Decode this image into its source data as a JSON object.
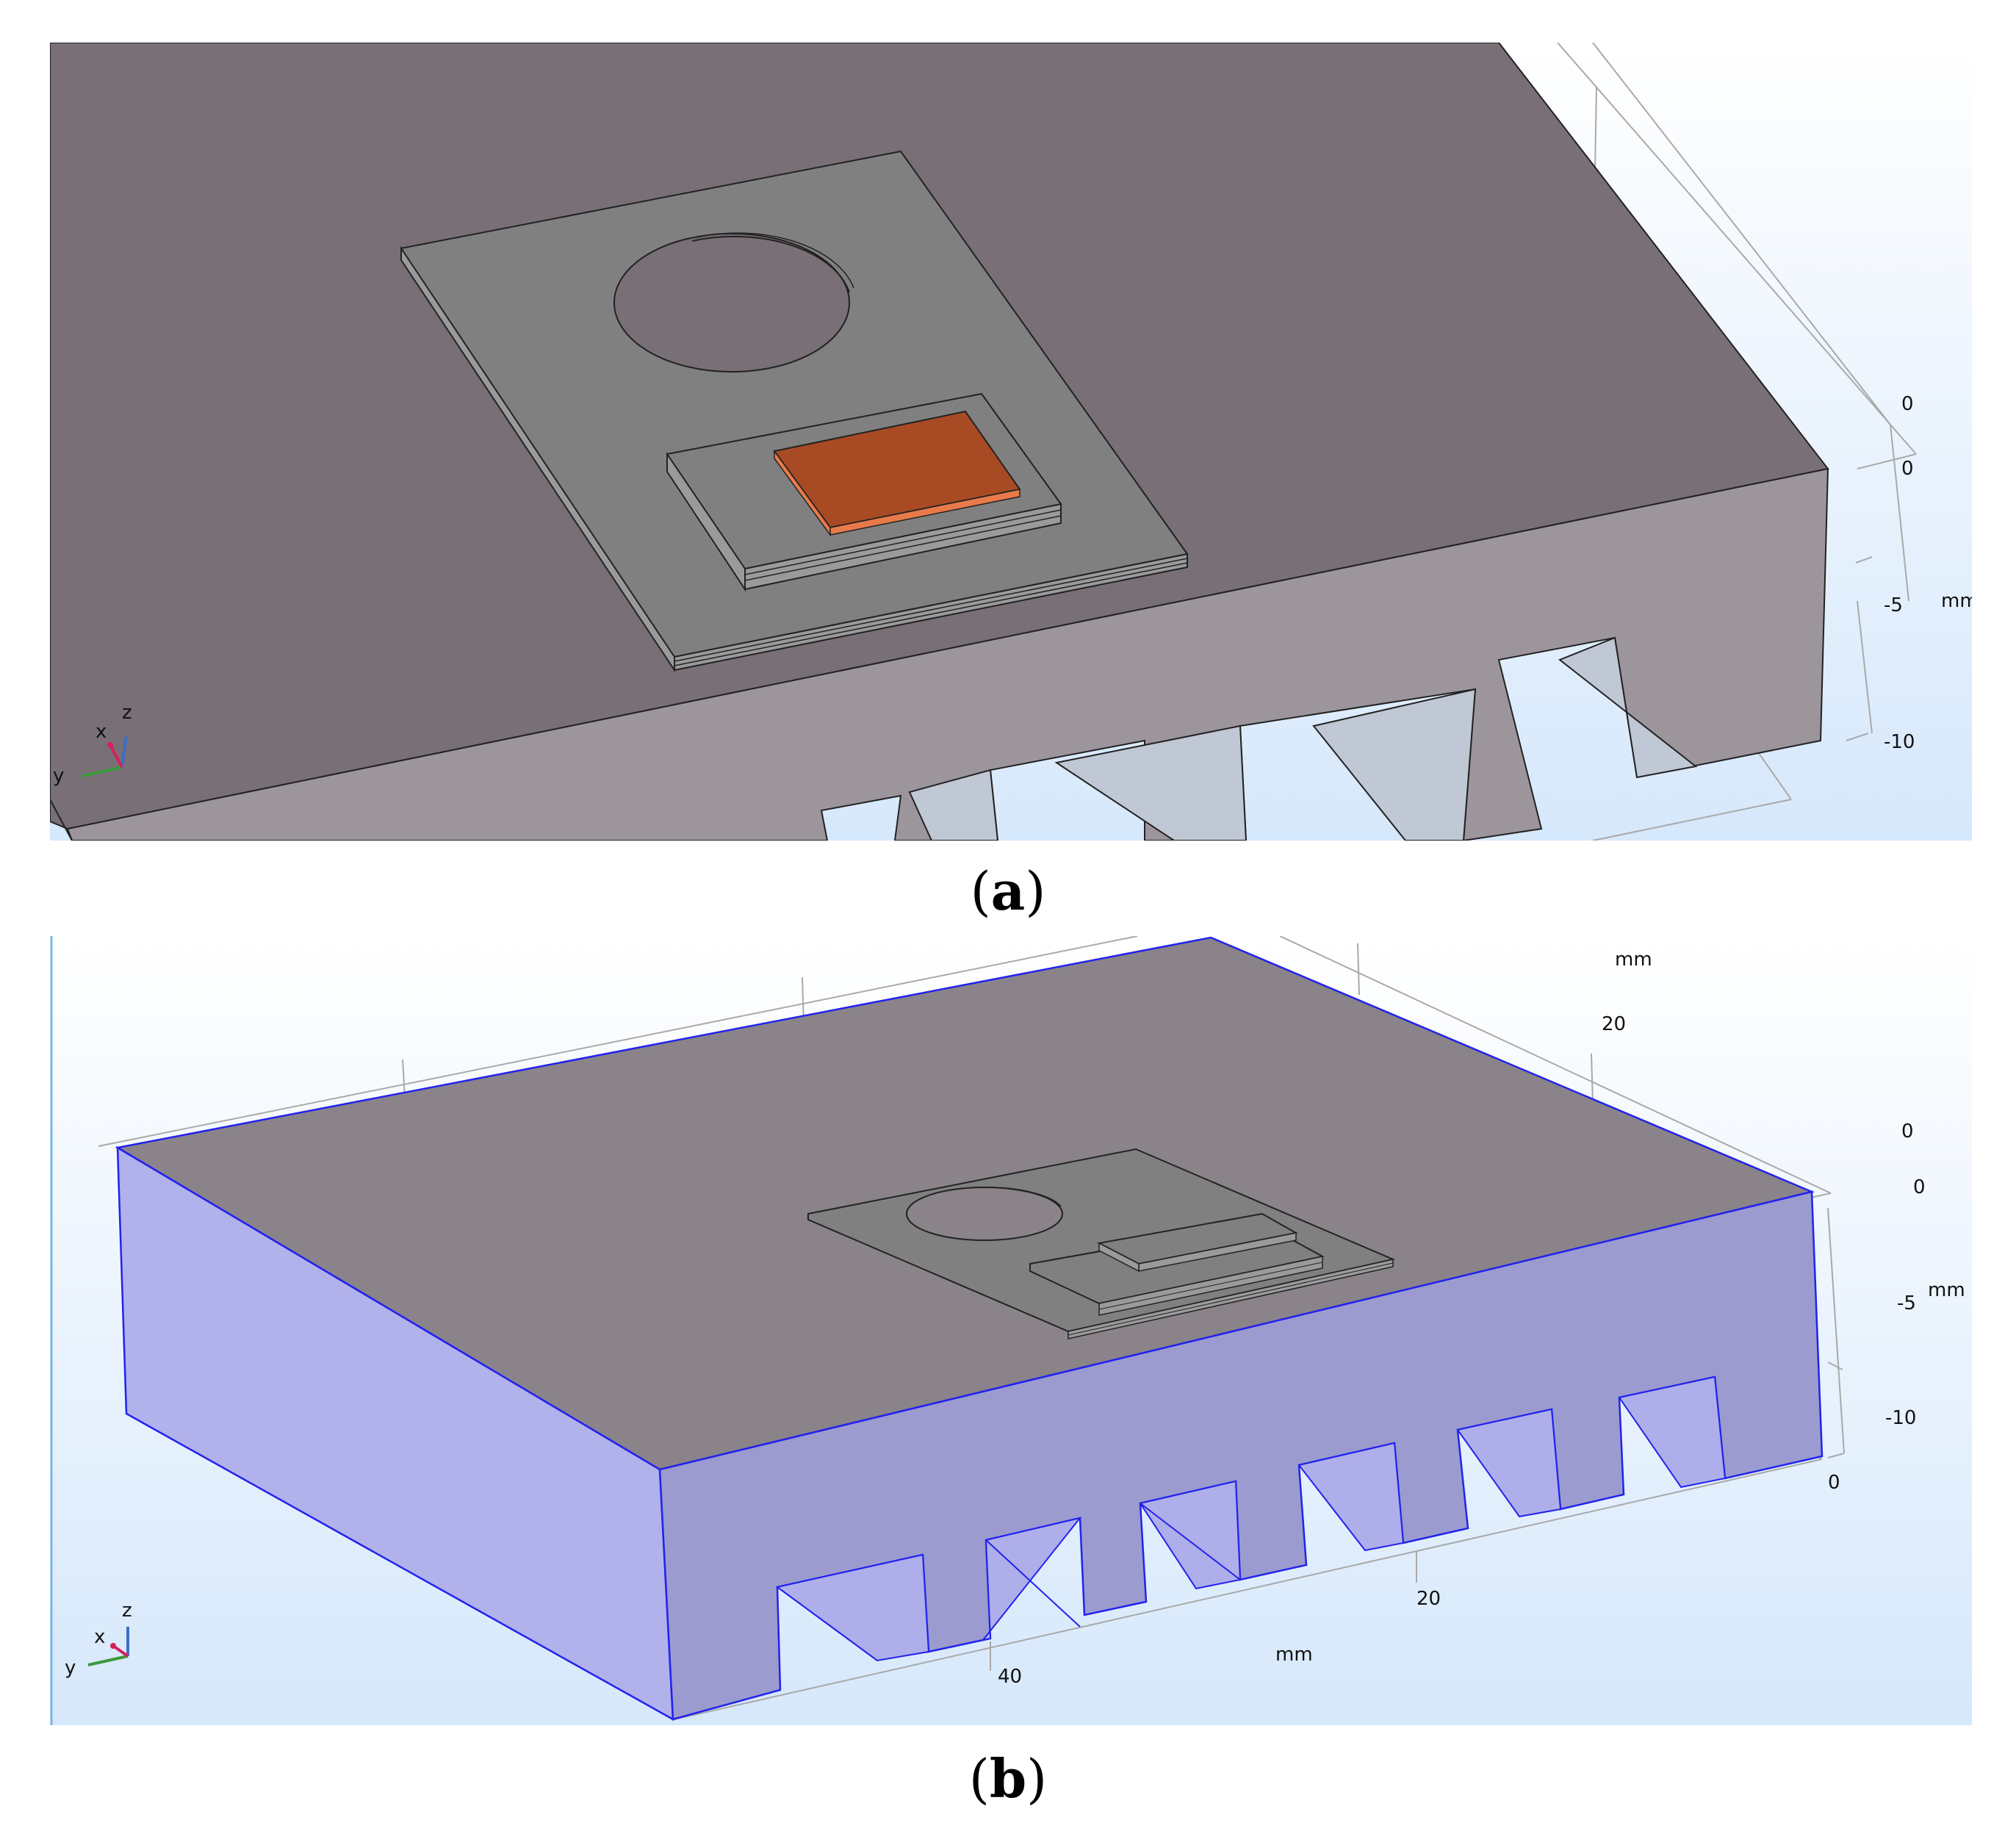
{
  "panel_a": {
    "caption_letter": "a",
    "axis_z": {
      "ticks": [
        "0",
        "0",
        "-5",
        "-10"
      ],
      "unit": "mm"
    },
    "triad": {
      "x": "x",
      "y": "y",
      "z": "z"
    }
  },
  "panel_b": {
    "caption_letter": "b",
    "axis_z": {
      "ticks": [
        "0",
        "0",
        "-5",
        "-10"
      ],
      "unit": "mm"
    },
    "axis_x": {
      "ticks": [
        "40",
        "20",
        "0"
      ],
      "unit": "mm"
    },
    "axis_y": {
      "ticks": [
        "20"
      ],
      "unit": "mm"
    },
    "triad": {
      "x": "x",
      "y": "y",
      "z": "z"
    }
  },
  "colors": {
    "background_gradient_top": "#ffffff",
    "background_gradient_bottom": "#d6e8fb",
    "heatsink_top": "#786f77",
    "heatsink_side": "#9c959c",
    "board": "#808080",
    "chip_copper": "#a84a23",
    "selection_blue": "#aab0ee",
    "selection_edge": "#2222ee"
  },
  "icons": [
    "coordinate-triad-icon"
  ]
}
